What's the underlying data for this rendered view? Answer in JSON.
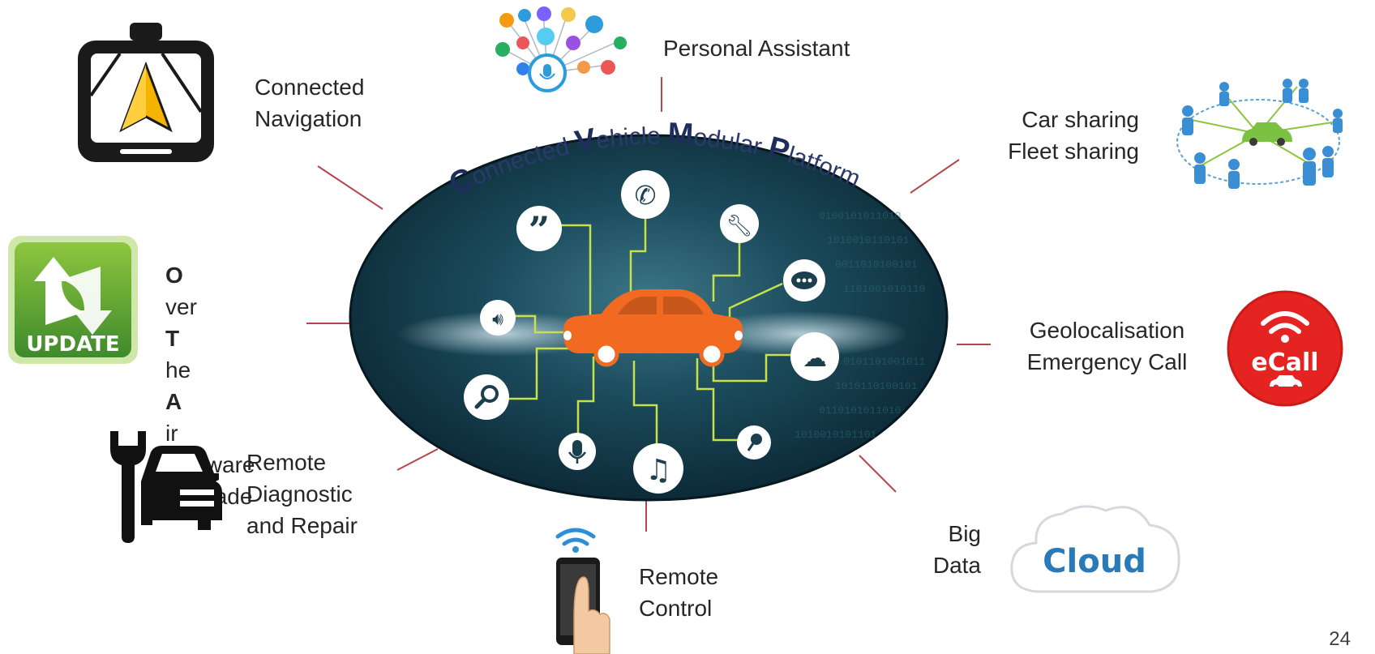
{
  "center": {
    "title_parts": [
      {
        "cap": "C",
        "rest": "onnected "
      },
      {
        "cap": "V",
        "rest": "ehicle "
      },
      {
        "cap": "M",
        "rest": "odular "
      },
      {
        "cap": "P",
        "rest": "latform"
      }
    ]
  },
  "features": {
    "personal_assistant": {
      "lines": [
        "Personal Assistant"
      ],
      "icon": "voice-assistant-apps-icon"
    },
    "navigation": {
      "lines": [
        "Connected",
        "Navigation"
      ],
      "icon": "gps-navigation-icon"
    },
    "car_sharing": {
      "lines": [
        "Car sharing",
        "Fleet sharing"
      ],
      "icon": "car-sharing-network-icon"
    },
    "ota": {
      "line1": [
        {
          "cap": "O",
          "rest": "ver "
        },
        {
          "cap": "T",
          "rest": "he "
        },
        {
          "cap": "A",
          "rest": "ir"
        }
      ],
      "line2": "Software",
      "line3": "Upgrade",
      "icon_text": "UPDATE",
      "icon": "update-arrows-icon"
    },
    "geolocalisation": {
      "lines": [
        "Geolocalisation",
        "Emergency Call"
      ],
      "icon_text": "eCall",
      "icon": "ecall-icon"
    },
    "remote_diagnostic": {
      "lines": [
        "Remote",
        "Diagnostic",
        "and Repair"
      ],
      "icon": "wrench-car-icon"
    },
    "big_data": {
      "lines": [
        "Big",
        "Data"
      ],
      "icon_text": "Cloud",
      "icon": "cloud-icon"
    },
    "remote_control": {
      "lines": [
        "Remote",
        "Control"
      ],
      "icon": "smartphone-touch-icon"
    }
  },
  "page_number": "24",
  "colors": {
    "connector": "#b5464d",
    "car": "#f26a21",
    "circuit": "#c8e04a",
    "ellipse_dark": "#0c2a36",
    "title": "#1f2d5c",
    "update_green": "#4f9a35",
    "ecall_red": "#e52421",
    "cloud_text": "#2a79b8"
  }
}
